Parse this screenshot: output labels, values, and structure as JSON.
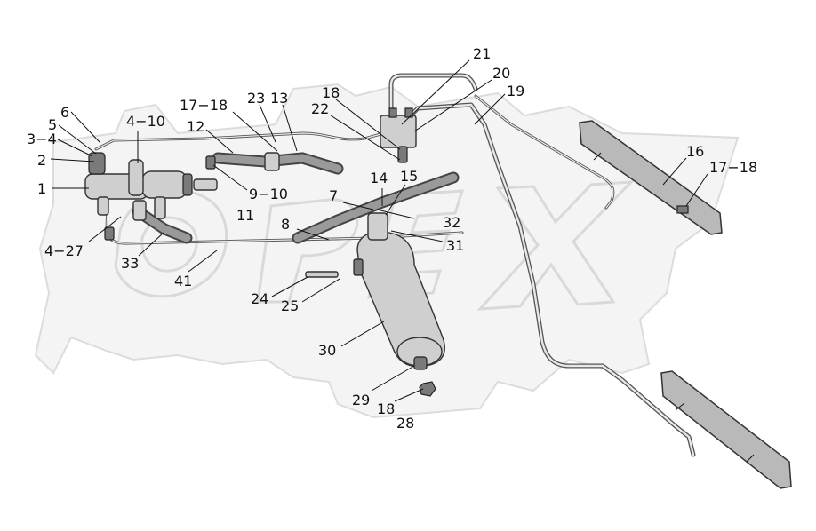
{
  "watermark": {
    "text": "OPEX"
  },
  "labels": {
    "l1": "1",
    "l2": "2",
    "l3_4": "3−4",
    "l5": "5",
    "l6": "6",
    "l4_10": "4−10",
    "l12": "12",
    "l17_18a": "17−18",
    "l23": "23",
    "l13": "13",
    "l18a": "18",
    "l22": "22",
    "l21": "21",
    "l20": "20",
    "l19": "19",
    "l16": "16",
    "l17_18b": "17−18",
    "l9_10": "9−10",
    "l11": "11",
    "l4_27": "4−27",
    "l33": "33",
    "l41": "41",
    "l14": "14",
    "l15": "15",
    "l7": "7",
    "l8": "8",
    "l32": "32",
    "l31": "31",
    "l24": "24",
    "l25": "25",
    "l30": "30",
    "l29": "29",
    "l18b": "18",
    "l28": "28"
  },
  "colors": {
    "line": "#111111",
    "part": "#cfcfcf",
    "watermark": "#dcdcdc"
  }
}
